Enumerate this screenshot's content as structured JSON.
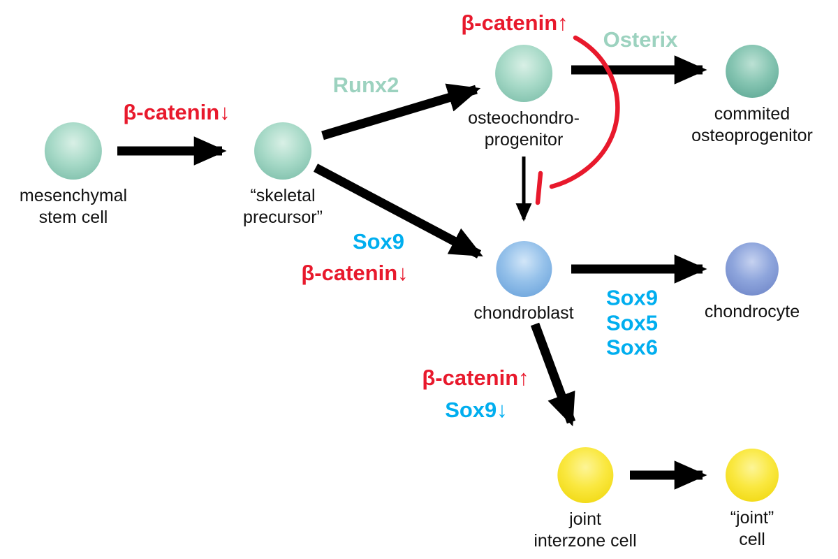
{
  "diagram": {
    "nodes": [
      {
        "id": "mesenchymal-stem-cell",
        "label": "mesenchymal\nstem cell"
      },
      {
        "id": "skeletal-precursor",
        "label": "“skeletal\nprecursor”"
      },
      {
        "id": "osteochondro-progenitor",
        "label": "osteochondro-\nprogenitor"
      },
      {
        "id": "commited-osteoprogenitor",
        "label": "commited\nosteoprogenitor"
      },
      {
        "id": "chondroblast",
        "label": "chondroblast"
      },
      {
        "id": "chondrocyte",
        "label": "chondrocyte"
      },
      {
        "id": "joint-interzone-cell",
        "label": "joint\ninterzone cell"
      },
      {
        "id": "joint-cell",
        "label": "“joint”\ncell"
      }
    ],
    "factors": [
      {
        "id": "beta-catenin-down-msc",
        "text": "β-catenin↓",
        "color": "red"
      },
      {
        "id": "runx2",
        "text": "Runx2",
        "color": "teal"
      },
      {
        "id": "beta-catenin-up-ocp",
        "text": "β-catenin↑",
        "color": "red"
      },
      {
        "id": "osterix",
        "text": "Osterix",
        "color": "teal"
      },
      {
        "id": "sox9-chondro",
        "text": "Sox9",
        "color": "blue"
      },
      {
        "id": "beta-catenin-down-chondro",
        "text": "β-catenin↓",
        "color": "red"
      },
      {
        "id": "sox9-sox5-sox6",
        "text": "Sox9\nSox5\nSox6",
        "color": "blue"
      },
      {
        "id": "beta-catenin-up-joint",
        "text": "β-catenin↑",
        "color": "red"
      },
      {
        "id": "sox9-down-joint",
        "text": "Sox9↓",
        "color": "blue"
      }
    ],
    "edges": [
      {
        "from": "mesenchymal stem cell",
        "to": "skeletal precursor",
        "type": "arrow",
        "regulators": [
          "β-catenin↓"
        ]
      },
      {
        "from": "skeletal precursor",
        "to": "osteochondro-progenitor",
        "type": "arrow",
        "regulators": [
          "Runx2"
        ]
      },
      {
        "from": "osteochondro-progenitor",
        "to": "commited osteoprogenitor",
        "type": "arrow",
        "regulators": [
          "Osterix"
        ]
      },
      {
        "from": "skeletal precursor",
        "to": "chondroblast",
        "type": "arrow",
        "regulators": [
          "Sox9",
          "β-catenin↓"
        ]
      },
      {
        "from": "osteochondro-progenitor",
        "to": "chondroblast",
        "type": "arrow",
        "regulators": []
      },
      {
        "from": "chondroblast",
        "to": "chondrocyte",
        "type": "arrow",
        "regulators": [
          "Sox9",
          "Sox5",
          "Sox6"
        ]
      },
      {
        "from": "chondroblast",
        "to": "joint interzone cell",
        "type": "arrow",
        "regulators": [
          "β-catenin↑",
          "Sox9↓"
        ]
      },
      {
        "from": "joint interzone cell",
        "to": "joint cell",
        "type": "arrow",
        "regulators": []
      },
      {
        "from": "β-catenin↑",
        "to": "osteochondro-progenitor → chondroblast arrow",
        "type": "inhibition"
      }
    ],
    "colors": {
      "red_text": "#e8192c",
      "teal_text": "#9cd2bf",
      "blue_text": "#00aeef",
      "cell_teal": "#9ad2c0",
      "cell_teal_dark": "#79bcaa",
      "cell_blue": "#8ab8e6",
      "cell_blue_dark": "#8098d2",
      "cell_yellow": "#f6e42d",
      "arrow_black": "#000000"
    }
  }
}
